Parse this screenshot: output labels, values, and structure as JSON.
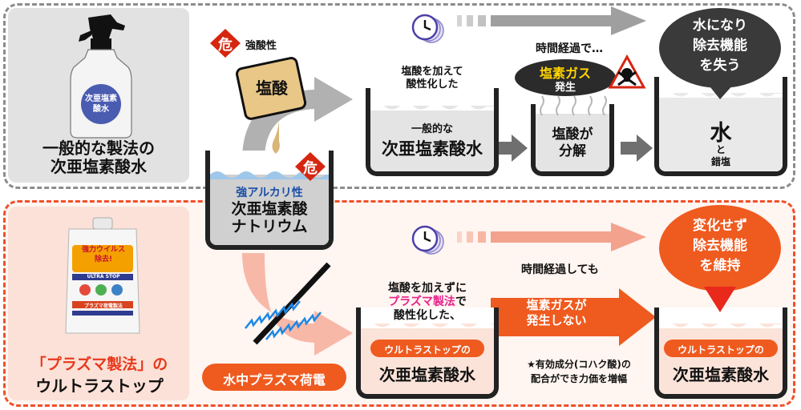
{
  "top": {
    "bottle_label": "次亜塩素\n酸水",
    "caption": "一般的な製法の\n次亜塩素酸水",
    "danger_mark": "危",
    "strong_acid_label": "強酸性",
    "hcl_label": "塩酸",
    "step1_note": "塩酸を加えて\n酸性化した",
    "tank1_small": "一般的な",
    "tank1_big": "次亜塩素酸水",
    "time_passes": "時間経過で…",
    "gas_badge_main": "塩素ガス",
    "gas_badge_sub": "発生",
    "tank2_text": "塩酸が\n分解",
    "bubble": "水になり\n除去機能\nを失う",
    "tank3_big": "水",
    "tank3_small": "と\n錯塩"
  },
  "center": {
    "danger_mark": "危",
    "alkali_label": "強アルカリ性",
    "tank_text": "次亜塩素酸\nナトリウム"
  },
  "bottom": {
    "pouch_title": "強力ウイルス\n除去!",
    "pouch_brand": "ULTRA STOP",
    "pouch_sub": "プラズマ荷電製法",
    "caption_accent": "「プラズマ製法」の",
    "caption_main": "ウルトラストップ",
    "plasma_charge": "水中プラズマ荷電",
    "note_before": "塩酸を加えずに",
    "note_accent": "プラズマ製法",
    "note_after": "で\n酸性化した、",
    "time_passes": "時間経過しても",
    "pill1": "ウルトラストップの",
    "tank1_big": "次亜塩素酸水",
    "gas_arrow": "塩素ガスが\n発生しない",
    "star_note": "★有効成分(コハク酸)の\n配合ができ力価を増幅",
    "bubble": "変化せず\n除去機能\nを維持",
    "pill2": "ウルトラストップの",
    "tank2_big": "次亜塩素酸水"
  }
}
